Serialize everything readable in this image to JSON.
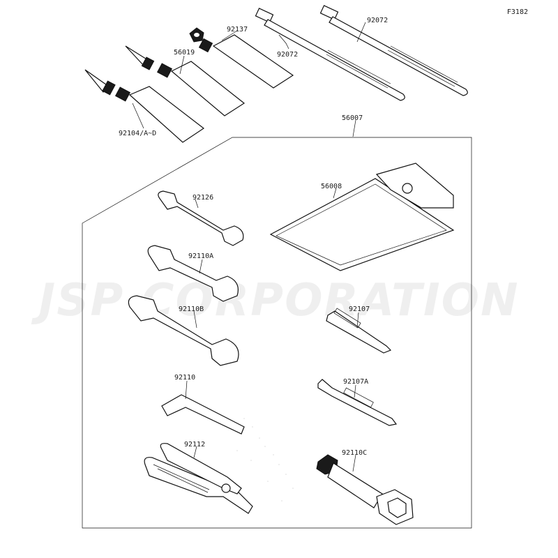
{
  "figure_code": "F3182",
  "watermark": "JSP CORPORATION",
  "labels": {
    "p92072_a": "92072",
    "p92072_b": "92072",
    "p92137": "92137",
    "p56019": "56019",
    "p92104": "92104/A~D",
    "p56007": "56007",
    "p56008": "56008",
    "p92126": "92126",
    "p92110A": "92110A",
    "p92110B": "92110B",
    "p92107": "92107",
    "p92107A": "92107A",
    "p92110": "92110",
    "p92112": "92112",
    "p92110C": "92110C"
  }
}
